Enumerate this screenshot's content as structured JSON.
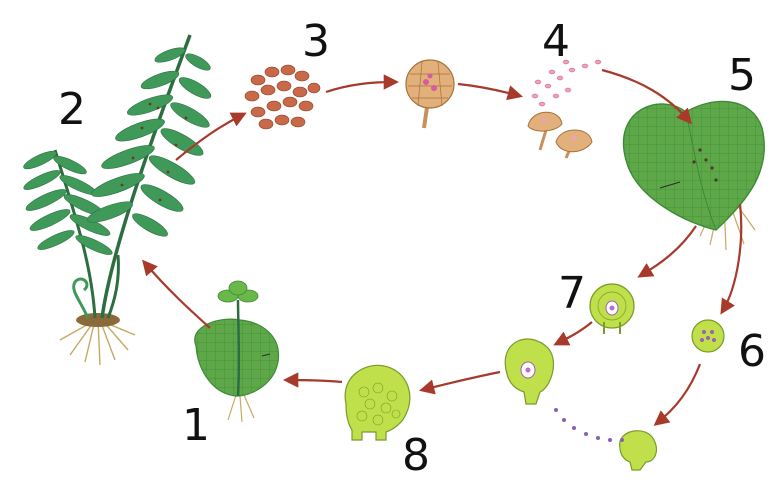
{
  "labels": {
    "one": "1",
    "two": "2",
    "three": "3",
    "four": "4",
    "five": "5",
    "six": "6",
    "seven": "7",
    "eight": "8"
  },
  "colors": {
    "arrow": "#a83a2c",
    "frond": "#3f9a5a",
    "frond_dark": "#2c6e3f",
    "prothallus": "#5fa84a",
    "prothallus_light": "#8ccf6a",
    "spore": "#c86a4a",
    "sporangium": "#e2b07a",
    "cell_green": "#bfe04a",
    "cell_outline": "#7a9a2a",
    "root": "#c8a860",
    "nucleus": "#c06ad0"
  },
  "icons": {
    "sporophyte": "fern-plant-icon",
    "spores": "spore-cluster-icon",
    "sporangium": "sporangium-icon",
    "release": "spore-release-icon",
    "prothallus": "prothallus-icon",
    "antheridium": "antheridium-icon",
    "archegonium": "archegonium-icon",
    "zygote": "zygote-icon",
    "young_sporophyte": "young-sporophyte-icon"
  }
}
